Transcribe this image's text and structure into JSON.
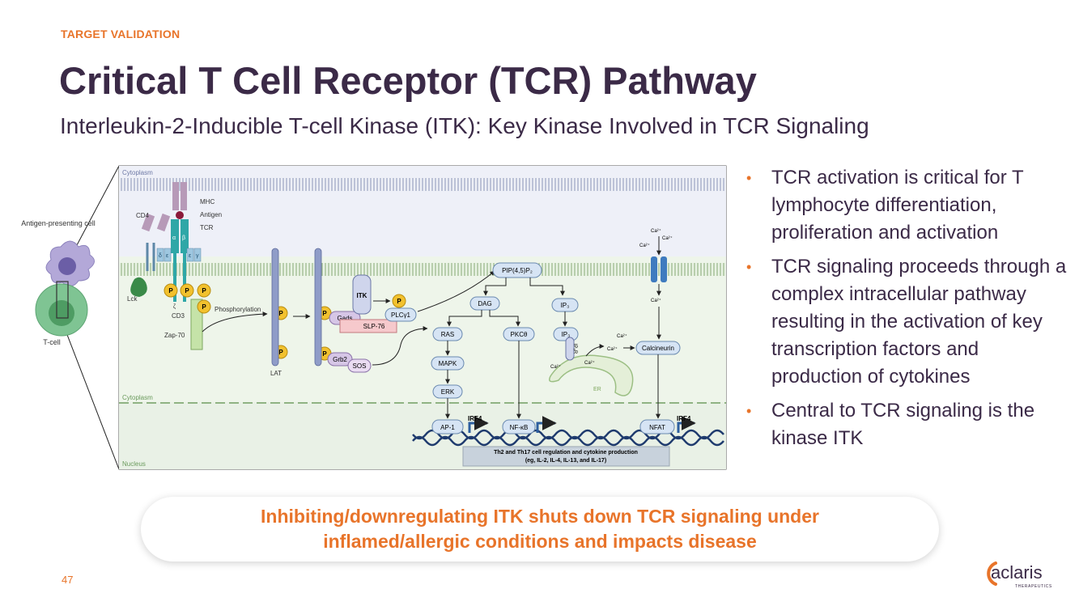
{
  "section_label": "TARGET VALIDATION",
  "title": "Critical T Cell Receptor (TCR) Pathway",
  "subtitle": "Interleukin-2-Inducible T-cell Kinase (ITK): Key Kinase Involved in TCR Signaling",
  "bullets": [
    "TCR activation is critical for T lymphocyte differentiation, proliferation and activation",
    "TCR signaling proceeds through a complex intracellular pathway resulting in the activation of key transcription factors and production of cytokines",
    "Central to TCR signaling is the kinase ITK"
  ],
  "callout": "Inhibiting/downregulating ITK shuts down TCR signaling under inflamed/allergic conditions and impacts disease",
  "page_number": "47",
  "logo": {
    "name": "aclaris",
    "tagline": "THERAPEUTICS"
  },
  "colors": {
    "accent": "#e8742a",
    "title": "#3b2a47"
  },
  "diagram": {
    "cell_labels": {
      "apc": "Antigen-presenting cell",
      "tcell": "T-cell"
    },
    "compartments": {
      "cytoplasm_top": "Cytoplasm",
      "cytoplasm_mid": "Cytoplasm",
      "nucleus": "Nucleus"
    },
    "labels": {
      "mhc": "MHC",
      "antigen": "Antigen",
      "tcr": "TCR",
      "cd4": "CD4",
      "lck": "Lck",
      "cd3": "CD3",
      "zap70": "Zap-70",
      "phosphorylation": "Phosphorylation",
      "lat": "LAT",
      "gads": "Gads",
      "slp76": "SLP-76",
      "itk": "ITK",
      "plcg1": "PLCγ1",
      "grb2": "Grb2",
      "sos": "SOS",
      "pip2": "PIP(4,5)P₂",
      "dag": "DAG",
      "ip3": "IP₃",
      "ip3b": "IP₃",
      "ip3r": "IP₃R",
      "ras": "RAS",
      "mapk": "MAPK",
      "erk": "ERK",
      "pkc": "PKCθ",
      "calcineurin": "Calcineurin",
      "er": "ER",
      "ap1": "AP-1",
      "nfkb": "NF-κB",
      "nfat": "NFAT",
      "irf4a": "IRF4",
      "irf4b": "IRF4",
      "p": "P",
      "alpha": "α",
      "beta": "β",
      "delta": "δ",
      "epsilon": "ε",
      "gamma": "γ",
      "zeta": "ζ",
      "ca": "Ca²⁺"
    },
    "output_box": [
      "Th2 and Th17 cell regulation and cytokine production",
      "(eg, IL-2, IL-4, IL-13, and IL-17)"
    ]
  }
}
